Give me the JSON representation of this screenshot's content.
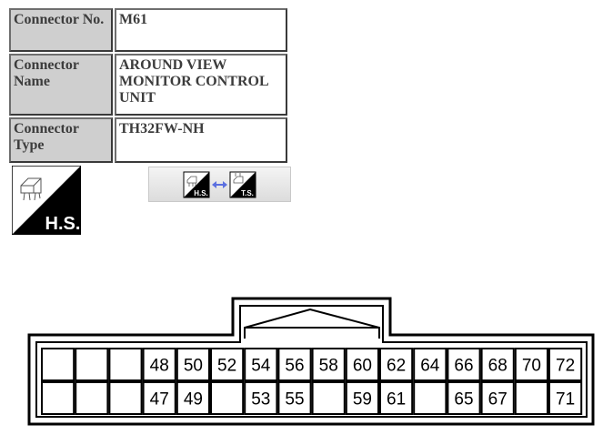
{
  "connector_info": {
    "rows": [
      {
        "label": "Connector No.",
        "value": "M61"
      },
      {
        "label": "Connector Name",
        "value": "AROUND VIEW MONITOR CONTROL UNIT"
      },
      {
        "label": "Connector Type",
        "value": "TH32FW-NH"
      }
    ]
  },
  "hs_badge": {
    "label": "H.S.",
    "icon": "harness-side-connector-icon"
  },
  "view_toggle": {
    "left_label": "H.S.",
    "right_label": "T.S.",
    "icon": "swap-arrow-icon"
  },
  "connector_diagram": {
    "top_row": [
      "",
      "",
      "",
      "48",
      "50",
      "52",
      "54",
      "56",
      "58",
      "60",
      "62",
      "64",
      "66",
      "68",
      "70",
      "72"
    ],
    "bottom_row": [
      "",
      "",
      "",
      "47",
      "49",
      "",
      "53",
      "55",
      "",
      "59",
      "61",
      "",
      "65",
      "67",
      "",
      "71"
    ]
  }
}
